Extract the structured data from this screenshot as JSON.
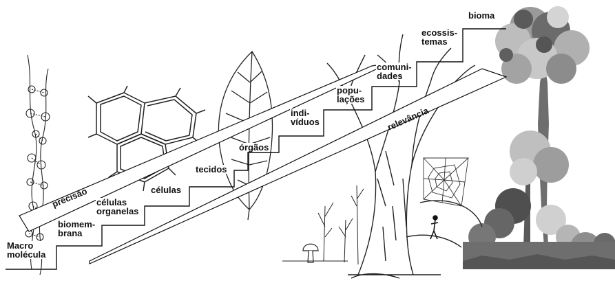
{
  "bands": {
    "precision": "precisão",
    "relevance": "relevância"
  },
  "levels": [
    {
      "id": "macromolecula",
      "lines": [
        "Macro",
        "molécula"
      ]
    },
    {
      "id": "biomembrana",
      "lines": [
        "biomem-",
        "brana"
      ]
    },
    {
      "id": "celulas-organelas",
      "lines": [
        "células",
        "organelas"
      ]
    },
    {
      "id": "celulas",
      "lines": [
        "células"
      ]
    },
    {
      "id": "tecidos",
      "lines": [
        "tecidos"
      ]
    },
    {
      "id": "orgaos",
      "lines": [
        "órgãos"
      ]
    },
    {
      "id": "individuos",
      "lines": [
        "indi-",
        "víduos"
      ]
    },
    {
      "id": "populacoes",
      "lines": [
        "popu-",
        "lações"
      ]
    },
    {
      "id": "comunidades",
      "lines": [
        "comuni-",
        "dades"
      ]
    },
    {
      "id": "ecossistemas",
      "lines": [
        "ecossis-",
        "temas"
      ]
    },
    {
      "id": "bioma",
      "lines": [
        "bioma"
      ]
    }
  ],
  "illustrations": [
    "macromolecule-chain-icon",
    "plant-cells-icon",
    "leaf-icon",
    "tree-icon",
    "spider-web-icon",
    "mushroom-icon",
    "forest-icon"
  ],
  "colors": {
    "ink": "#111111",
    "foliage_dark": "#4f4f4f",
    "foliage_mid": "#8a8a8a",
    "foliage_light": "#c4c4c4"
  }
}
